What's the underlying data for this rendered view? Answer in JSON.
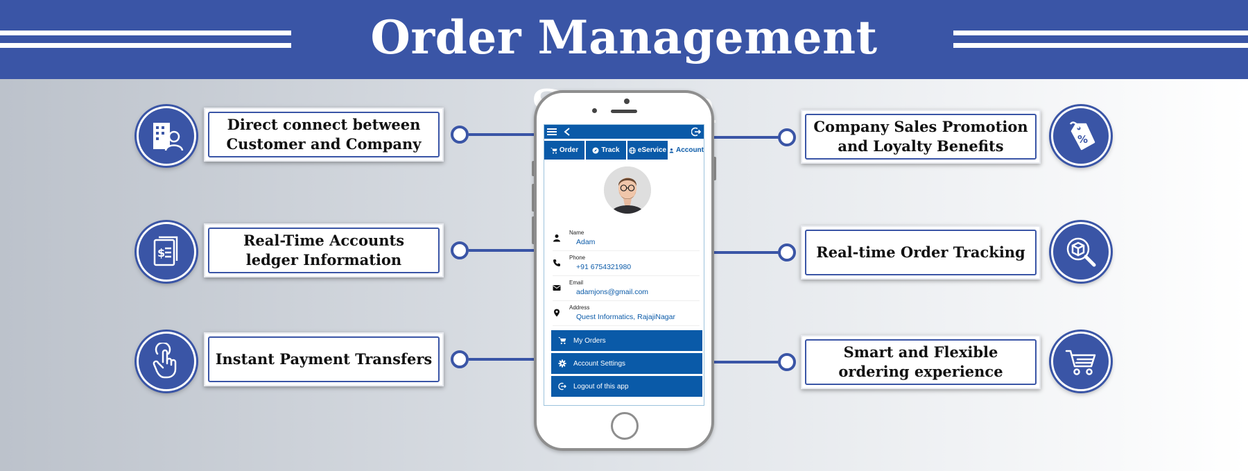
{
  "banner": {
    "title": "Order Management System"
  },
  "features": {
    "left": [
      {
        "label": "Direct connect between Customer and Company",
        "icon": "building-customer-icon"
      },
      {
        "label": "Real-Time Accounts ledger Information",
        "icon": "ledger-document-icon"
      },
      {
        "label": "Instant Payment Transfers",
        "icon": "tap-hand-icon"
      }
    ],
    "right": [
      {
        "label": "Company Sales Promotion and Loyalty Benefits",
        "icon": "discount-tag-icon"
      },
      {
        "label": "Real-time Order Tracking",
        "icon": "package-search-icon"
      },
      {
        "label": "Smart and Flexible ordering experience",
        "icon": "shopping-cart-icon"
      }
    ]
  },
  "phone": {
    "tabs": [
      {
        "label": "Order",
        "icon": "cart-icon"
      },
      {
        "label": "Track",
        "icon": "compass-icon"
      },
      {
        "label": "eService",
        "icon": "globe-icon"
      },
      {
        "label": "Account",
        "icon": "person-icon",
        "active": true
      }
    ],
    "profile": {
      "fields": [
        {
          "label": "Name",
          "value": "Adam",
          "icon": "person-icon"
        },
        {
          "label": "Phone",
          "value": "+91 6754321980",
          "icon": "phone-icon"
        },
        {
          "label": "Email",
          "value": "adamjons@gmail.com",
          "icon": "mail-icon"
        },
        {
          "label": "Address",
          "value": "Quest Informatics, RajajiNagar",
          "icon": "location-pin-icon"
        }
      ]
    },
    "menu": [
      {
        "label": "My Orders",
        "icon": "cart-icon"
      },
      {
        "label": "Account Settings",
        "icon": "gear-icon"
      },
      {
        "label": "Logout of this app",
        "icon": "logout-icon"
      }
    ]
  },
  "colors": {
    "brand": "#3a55a6",
    "app_blue": "#0a5aa8"
  }
}
